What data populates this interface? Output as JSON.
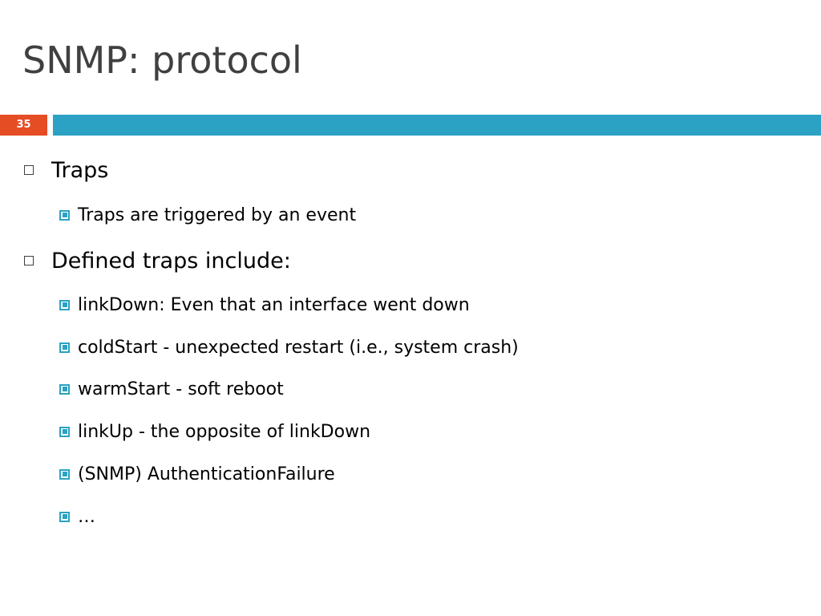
{
  "slide": {
    "title": "SNMP: protocol",
    "page_number": "35",
    "colors": {
      "title_text": "#404040",
      "page_number_bg": "#e54d25",
      "accent_bar": "#2ba2c3",
      "bullet_marker": "#2ba2c3"
    }
  },
  "bullets": [
    {
      "level": 1,
      "text": "Traps"
    },
    {
      "level": 2,
      "text": "Traps are triggered by an event"
    },
    {
      "level": 1,
      "text": "Defined traps include:"
    },
    {
      "level": 2,
      "text": "linkDown: Even that an interface went down"
    },
    {
      "level": 2,
      "text": "coldStart - unexpected restart (i.e., system crash)"
    },
    {
      "level": 2,
      "text": "warmStart - soft reboot"
    },
    {
      "level": 2,
      "text": "linkUp - the opposite of linkDown"
    },
    {
      "level": 2,
      "text": "(SNMP) AuthenticationFailure"
    },
    {
      "level": 2,
      "text": "…"
    }
  ]
}
